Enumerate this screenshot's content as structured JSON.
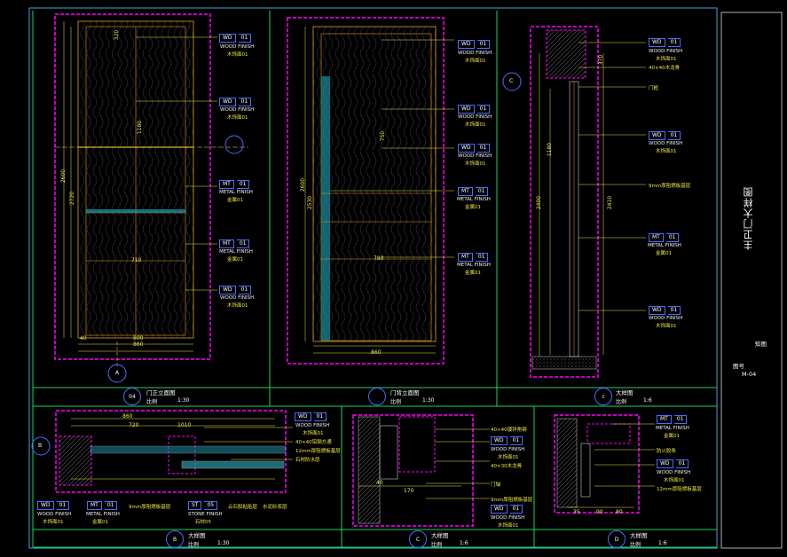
{
  "sheet": {
    "title": "主卫门大样图",
    "side_labels": {
      "plan": "知图",
      "drawing_no_label": "图号",
      "drawing_no": "M-04"
    }
  },
  "panels": {
    "a": {
      "bubble": "04",
      "title": "门正立面图",
      "scale_label": "比例",
      "scale": "1:30",
      "letter": "A"
    },
    "b": {
      "bubble": "",
      "title": "门背立面图",
      "scale_label": "比例",
      "scale": "1:30"
    },
    "c": {
      "bubble": "c",
      "title": "大样图",
      "scale_label": "比例",
      "scale": "1:6",
      "letter": "C"
    },
    "d": {
      "bubble": "B",
      "title": "大样图",
      "scale_label": "比例",
      "scale": "1:30",
      "letter": "B"
    },
    "e": {
      "bubble": "C",
      "title": "大样图",
      "scale_label": "比例",
      "scale": "1:6"
    },
    "f": {
      "bubble": "D",
      "title": "大样图",
      "scale_label": "比例",
      "scale": "1:6"
    }
  },
  "dims": {
    "a_h": "2600",
    "a_h2": "2720",
    "a_m": "1180",
    "a_t": "320",
    "a_w": "800",
    "a_w2": "860",
    "a_l": "40",
    "a_s": "710",
    "b_h": "2600",
    "b_h2": "2530",
    "b_w": "780",
    "b_w2": "860",
    "b_m": "750",
    "c_h": "1180",
    "c_h2": "2400",
    "c_h3": "2410",
    "c_t": "370",
    "d_w": "860",
    "d_w2": "720",
    "d_w3": "1010",
    "e_w": "170",
    "e_s": "40",
    "f_a": "35",
    "f_b": "90",
    "f_c": "80"
  },
  "tags": [
    {
      "code": "WD",
      "no": "01",
      "en": "WOOD FINISH",
      "cn": "木饰面01"
    },
    {
      "code": "MT",
      "no": "01",
      "en": "METAL FINISH",
      "cn": "金属01"
    },
    {
      "code": "ST",
      "no": "05",
      "en": "STONE FINISH",
      "cn": "石材05"
    }
  ],
  "notes": {
    "n1": "40×40木龙骨",
    "n2": "门框",
    "n3": "9mm厚阻燃板基层",
    "n4": "12mm厚阻燃板基层",
    "n5": "40×40铝钢方通",
    "n6": "石材防水层",
    "n7": "云石胶粘贴层",
    "n8": "水泥砂浆层",
    "n9": "40×40镀锌角钢",
    "n10": "40×30木龙骨",
    "n11": "门轴",
    "n12": "9mm厚阻燃板基层",
    "n13": "防火胶条",
    "n14": "12mm厚阻燃板基层"
  }
}
